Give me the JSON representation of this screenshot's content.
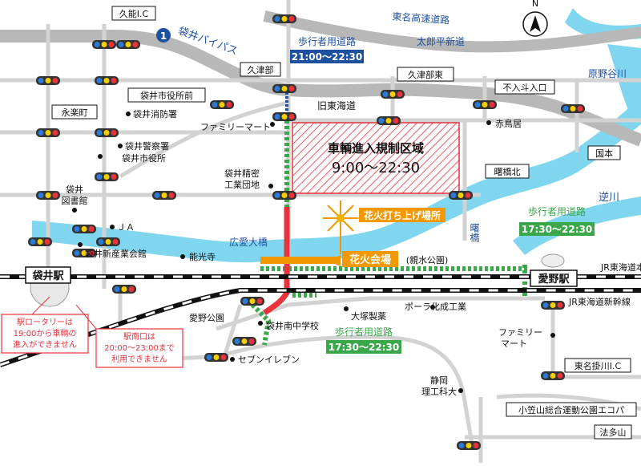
{
  "regulation_zone": {
    "title": "車輌進入規制区域",
    "time": "9:00〜22:30"
  },
  "footpaths": {
    "north": {
      "title": "歩行者用道路",
      "time": "21:00〜22:30"
    },
    "east": {
      "title": "歩行者用道路",
      "time": "17:30〜22:30"
    },
    "south": {
      "title": "歩行者用道路",
      "time": "17:30〜22:30"
    }
  },
  "venue": {
    "name": "花火会場",
    "sub": "(親水公園)"
  },
  "launch_site": "花火打ち上げ場所",
  "notes": {
    "rotary": [
      "駅ロータリーは",
      "19:00から車輌の",
      "進入ができません"
    ],
    "south_exit": [
      "駅南口は",
      "20:00〜23:00まで",
      "利用できません"
    ]
  },
  "roads": {
    "tomei": "東名高速道路",
    "bypass": "袋井バイパス",
    "bypass_route": "1",
    "taroheishindo": "太郎平新道",
    "kyutokaido": "旧東海道",
    "jr_main": "JR東海道本線",
    "jr_shinkansen": "JR東海道新幹線"
  },
  "rivers": {
    "haranoya": "原野谷川",
    "sakagawa": "逆川",
    "river_label": "広愛大橋"
  },
  "bridges": {
    "akebashi": "曙橋"
  },
  "stations": {
    "fukuroi": "袋井駅",
    "aino": "愛野駅"
  },
  "boxed_labels": {
    "kuno_ic": "久能I.C",
    "eiraku": "永楽町",
    "kutsube": "久津部",
    "city_hall_front": "袋井市役所前",
    "kutsube_east": "久津部東",
    "funyutoiriguchi": "不入斗入口",
    "kokumoto": "国本",
    "akebashi_north": "曙橋北",
    "tomei_kakegawa_ic": "東名掛川I.C",
    "ecopa": "小笠山総合運動公園エコパ",
    "hotayama": "法多山",
    "compass": "N"
  },
  "places": {
    "fire_station": "袋井消防署",
    "police": "袋井警察署",
    "city_hall": "袋井市役所",
    "family_mart_n": "ファミリーマート",
    "seimitsu": "袋井精密",
    "industrial": "工業団地",
    "library_1": "袋井",
    "library_2": "図書館",
    "ja": "ＪＡ",
    "shinsangyo": "袋井新産業会館",
    "noko": "能光寺",
    "akamatsu": "赤鳥居",
    "aino_park": "愛野公園",
    "south_jhs": "袋井南中学校",
    "seven": "セブンイレブン",
    "otsuka": "大塚製薬",
    "pola": "ポーラ化成工業",
    "family_mart_s_1": "ファミリー",
    "family_mart_s_2": "マート",
    "shizuoka_sci_1": "静岡",
    "shizuoka_sci_2": "理工科大"
  },
  "colors": {
    "main_road": "#b8b8b8",
    "minor_road": "#d2d2d2",
    "river": "#7fd6ee",
    "zone_red": "#e8323c",
    "footpath_green": "#3aa84a",
    "blue_label": "#1e50a0",
    "venue_orange": "#f39800"
  }
}
